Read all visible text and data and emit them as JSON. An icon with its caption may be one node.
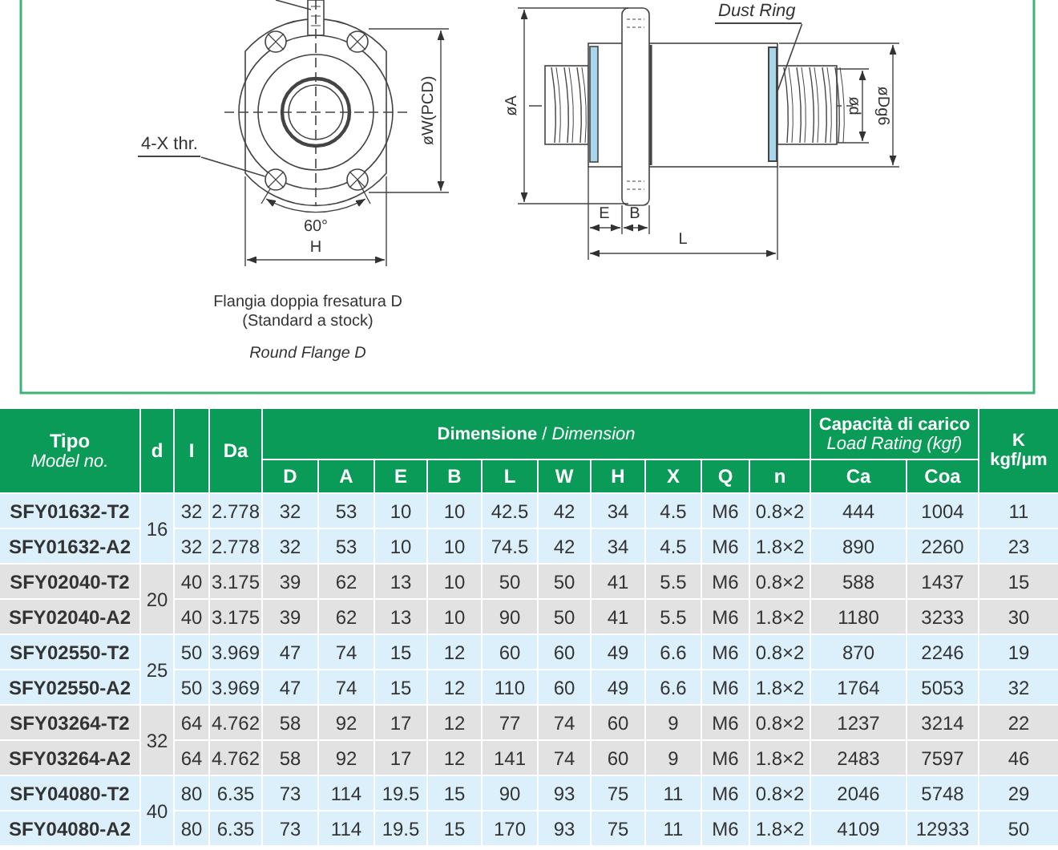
{
  "diagram": {
    "nodes": [
      {
        "text": [
          "4-X thr."
        ]
      },
      {
        "text": [],
        "shape": "circle"
      },
      {
        "text": [
          "Dust Ring"
        ]
      },
      {
        "text": [],
        "shape": "bar"
      }
    ],
    "edges": [
      {
        "from": 0,
        "to": 1,
        "arrow": "none"
      },
      {
        "from": 2,
        "to": 3,
        "arrow": "none"
      }
    ],
    "labels": [
      "øW(PCD)",
      "øA",
      "ød",
      "øDg6",
      "E",
      "B",
      "60°",
      "L",
      "H",
      "Flangia doppia fresatura D",
      "(Standard a stock)",
      "Round Flange D",
      "Tipo",
      "Model no.",
      "d",
      "I",
      "Da",
      "**Dimensione** / *Dimension*",
      "Capacità di carico",
      "Load Rating (kgf)",
      "K",
      "kgf/µm",
      "D",
      "A",
      "E",
      "B",
      "L",
      "W",
      "H",
      "X",
      "Q",
      "n",
      "Ca",
      "Coa",
      "SFY01632-T2",
      "16",
      "32",
      "2.778",
      "32",
      "53",
      "10",
      "10",
      "42.5",
      "42",
      "34",
      "4.5",
      "M6",
      "0.8×2",
      "444",
      "1004",
      "11",
      "SFY01632-A2",
      "32",
      "2.778",
      "32",
      "53",
      "10",
      "10",
      "74.5",
      "42",
      "34",
      "4.5",
      "M6",
      "1.8×2",
      "890",
      "2260",
      "23",
      "SFY02040-T2",
      "20",
      "40",
      "3.175",
      "39",
      "62",
      "13",
      "10",
      "50",
      "50",
      "41",
      "5.5",
      "M6",
      "0.8×2",
      "588",
      "1437",
      "15",
      "SFY02040-A2",
      "40",
      "3.175",
      "39",
      "62",
      "13",
      "10",
      "90",
      "50",
      "41",
      "5.5",
      "M6",
      "1.8×2",
      "1180",
      "3233",
      "30",
      "SFY02550-T2",
      "25",
      "50",
      "3.969",
      "47",
      "74",
      "15",
      "12",
      "60",
      "60",
      "49",
      "6.6",
      "M6",
      "0.8×2",
      "870",
      "2246",
      "19",
      "SFY02550-A2",
      "50",
      "3.969",
      "47",
      "74",
      "15",
      "12",
      "110",
      "60",
      "49",
      "6.6",
      "M6",
      "1.8×2",
      "1764",
      "5053",
      "32",
      "SFY03264-T2",
      "32",
      "64",
      "4.762",
      "58",
      "92",
      "17",
      "12",
      "77",
      "74",
      "60",
      "9",
      "M6",
      "0.8×2",
      "1237",
      "3214",
      "22",
      "SFY03264-A2",
      "64",
      "4.762",
      "58",
      "92",
      "17",
      "12",
      "141",
      "74",
      "60",
      "9",
      "M6",
      "1.8×2",
      "2483",
      "7597",
      "46",
      "SFY04080-T2",
      "40",
      "80",
      "6.35",
      "73",
      "114",
      "19.5",
      "15",
      "90",
      "93",
      "75",
      "11",
      "M6",
      "0.8×2",
      "2046",
      "5748",
      "29",
      "SFY04080-A2",
      "80",
      "6.35",
      "73",
      "114",
      "19.5",
      "15",
      "170",
      "93",
      "75",
      "11",
      "M6",
      "1.8×2",
      "4109",
      "12933",
      "50"
    ]
  }
}
